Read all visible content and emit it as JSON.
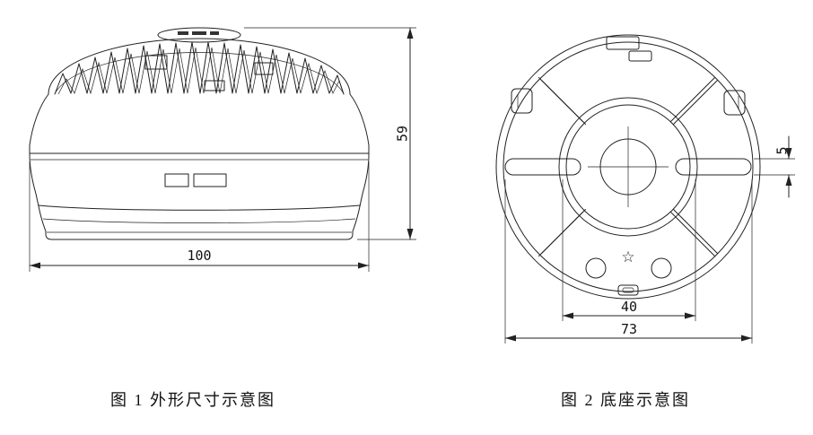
{
  "figures": {
    "fig1": {
      "caption": "图 1  外形尺寸示意图",
      "dims": {
        "width": "100",
        "height": "59"
      }
    },
    "fig2": {
      "caption": "图 2  底座示意图",
      "dims": {
        "slot_width": "5",
        "inner_span": "40",
        "outer_span": "73"
      },
      "star_symbol": "☆"
    }
  },
  "colors": {
    "line": "#222222",
    "background": "#ffffff"
  }
}
